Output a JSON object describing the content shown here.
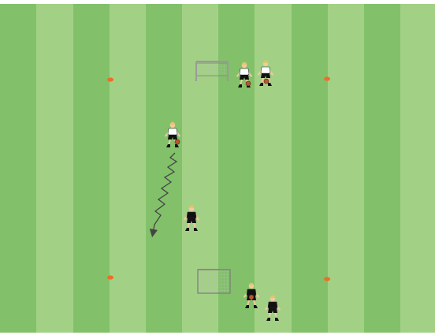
{
  "diagram": {
    "kind": "soccer-drill",
    "colors": {
      "stripe_light": "#a2d185",
      "stripe_dark": "#82c16a",
      "cone": "#e8702a",
      "team_white_shirt": "#ffffff",
      "team_white_shorts": "#111111",
      "team_black_shirt": "#111111",
      "team_black_shorts": "#111111",
      "skin": "#f2c9a0",
      "hair": "#e6c36a",
      "ball": "#b8562f",
      "dribble_arrow": "#444444",
      "goal_frame": "#8a8a8a"
    },
    "players": [
      {
        "team": "white",
        "has_ball": true
      },
      {
        "team": "white",
        "has_ball": true
      },
      {
        "team": "white",
        "has_ball": true
      },
      {
        "team": "black",
        "has_ball": false
      },
      {
        "team": "black",
        "has_ball": true
      },
      {
        "team": "black",
        "has_ball": false
      }
    ],
    "cones": 4,
    "goals": 2,
    "arrows": [
      {
        "type": "dribble"
      }
    ]
  }
}
